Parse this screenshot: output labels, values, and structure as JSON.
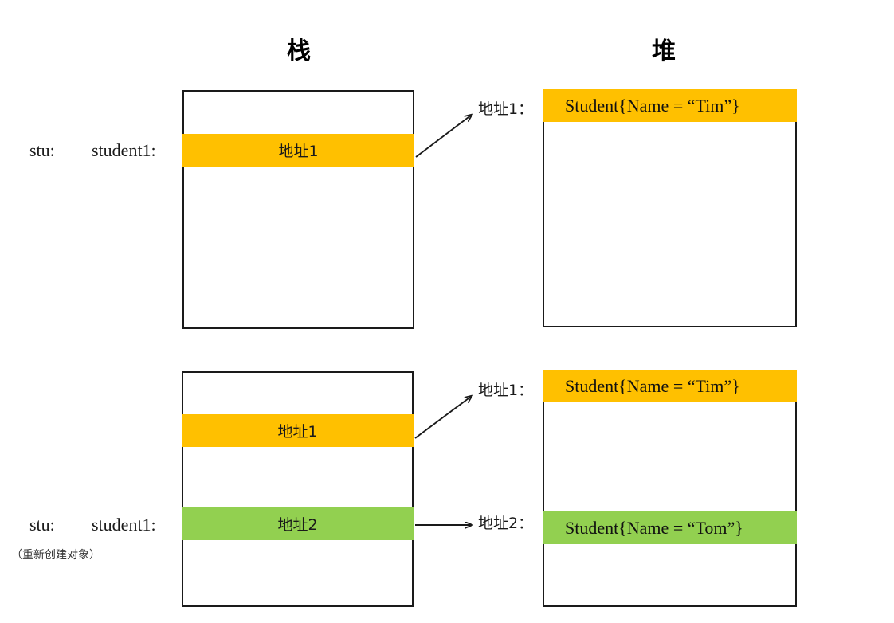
{
  "titles": {
    "stack": "栈",
    "heap": "堆"
  },
  "colors": {
    "orange": "#ffc000",
    "green": "#92d050",
    "border": "#1a1a1a",
    "background": "#ffffff"
  },
  "top_scene": {
    "stack": {
      "variable_label_1": "stu:",
      "variable_label_2": "student1:",
      "slots": [
        {
          "text": "地址1",
          "color": "orange"
        }
      ]
    },
    "heap": {
      "address_caption": "地址1：",
      "slots": [
        {
          "text": "Student{Name = “Tim”}",
          "color": "orange"
        }
      ]
    },
    "arrow": {
      "from": "stack-slot-address1",
      "to": "heap-address1",
      "style": "diagonal-up"
    }
  },
  "bottom_scene": {
    "stack": {
      "variable_label_1": "stu:",
      "variable_label_2": "student1:",
      "note": "（重新创建对象）",
      "slots": [
        {
          "text": "地址1",
          "color": "orange"
        },
        {
          "text": "地址2",
          "color": "green"
        }
      ]
    },
    "heap": {
      "address_caption_1": "地址1：",
      "address_caption_2": "地址2：",
      "slots": [
        {
          "text": "Student{Name = “Tim”}",
          "color": "orange"
        },
        {
          "text": "Student{Name = “Tom”}",
          "color": "green"
        }
      ]
    },
    "arrows": [
      {
        "from": "stack-slot-address1",
        "to": "heap-address1",
        "style": "diagonal-up"
      },
      {
        "from": "stack-slot-address2",
        "to": "heap-address2",
        "style": "horizontal"
      }
    ]
  }
}
